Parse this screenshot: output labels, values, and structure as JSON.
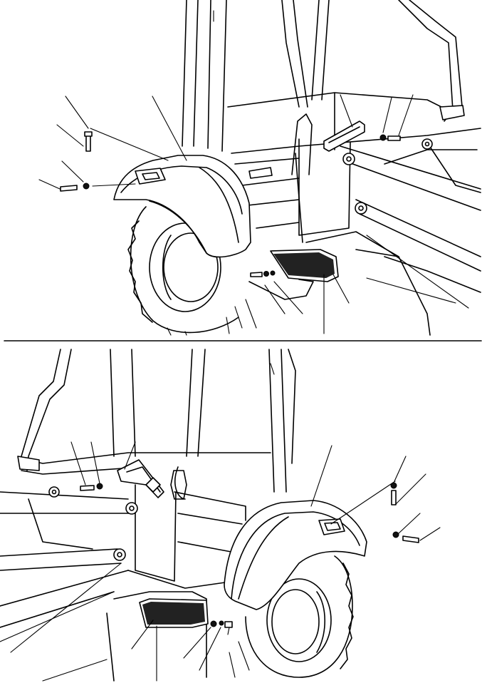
{
  "figure": {
    "views": [
      "upper-left-rear-fender-view",
      "lower-right-rear-fender-view"
    ],
    "callout_count_upper": 11,
    "callout_count_lower": 11
  }
}
